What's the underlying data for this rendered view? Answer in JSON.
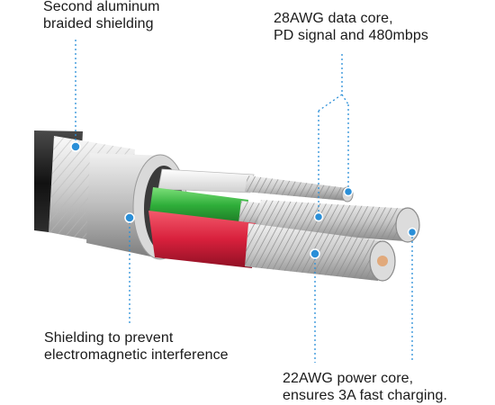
{
  "labels": {
    "braided_shielding": [
      "Second aluminum",
      "braided shielding"
    ],
    "data_core": [
      "28AWG data core,",
      "PD signal and 480mbps"
    ],
    "emi_shielding": [
      "Shielding to prevent",
      "electromagnetic interference"
    ],
    "power_core": [
      "22AWG power core,",
      "ensures 3A fast charging."
    ]
  },
  "colors": {
    "callout_blue": "#2a8fd8",
    "green_wire": "#2fae3a",
    "red_wire": "#d8203c",
    "white_wire": "#f4f4f4",
    "label_text": "#1a1a1a"
  },
  "icons": {
    "cable": "usb-cable-cross-section-illustration",
    "callout_dots": "callout-dot-icon"
  }
}
